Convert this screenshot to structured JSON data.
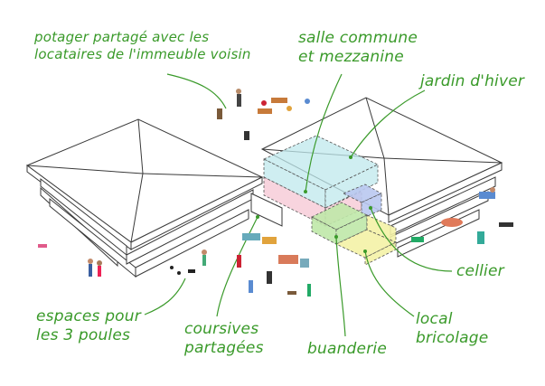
{
  "labels": {
    "potager": {
      "line1": "potager partagé avec les",
      "line2": "locataires de l'immeuble voisin"
    },
    "salle": {
      "line1": "salle commune",
      "line2": "et mezzanine"
    },
    "jardin": {
      "line1": "jardin d'hiver"
    },
    "cellier": {
      "line1": "cellier"
    },
    "local": {
      "line1": "local",
      "line2": "bricolage"
    },
    "buanderie": {
      "line1": "buanderie"
    },
    "coursives": {
      "line1": "coursives",
      "line2": "partagées"
    },
    "espaces": {
      "line1": "espaces pour",
      "line2": "les 3 poules"
    }
  },
  "colors": {
    "label_green": "#3a9a2a",
    "salle_commune": "#bfe8ec",
    "jardin_hiver": "#f6c9d6",
    "buanderie": "#bfe8a8",
    "cellier": "#b9c8f0",
    "local_bricolage": "#f4f2a6",
    "outline": "#3a3a3a"
  }
}
